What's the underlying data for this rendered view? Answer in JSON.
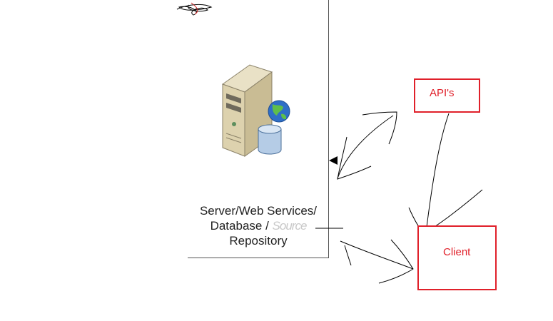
{
  "server": {
    "label_line1": "Server/Web Services/",
    "label_line2_visible": "Database / ",
    "label_line2_obscured": "Source",
    "label_line3": "Repository"
  },
  "api_box": {
    "label": "API's"
  },
  "client_box": {
    "label": "Client"
  },
  "colors": {
    "box_border": "#e0202a",
    "box_text": "#e0202a",
    "panel_border": "#555555",
    "sketch_line": "#000000"
  },
  "icons": {
    "server": "server-tower-icon",
    "globe": "globe-icon",
    "database": "database-cylinder-icon",
    "scribble": "scribble-mark"
  }
}
